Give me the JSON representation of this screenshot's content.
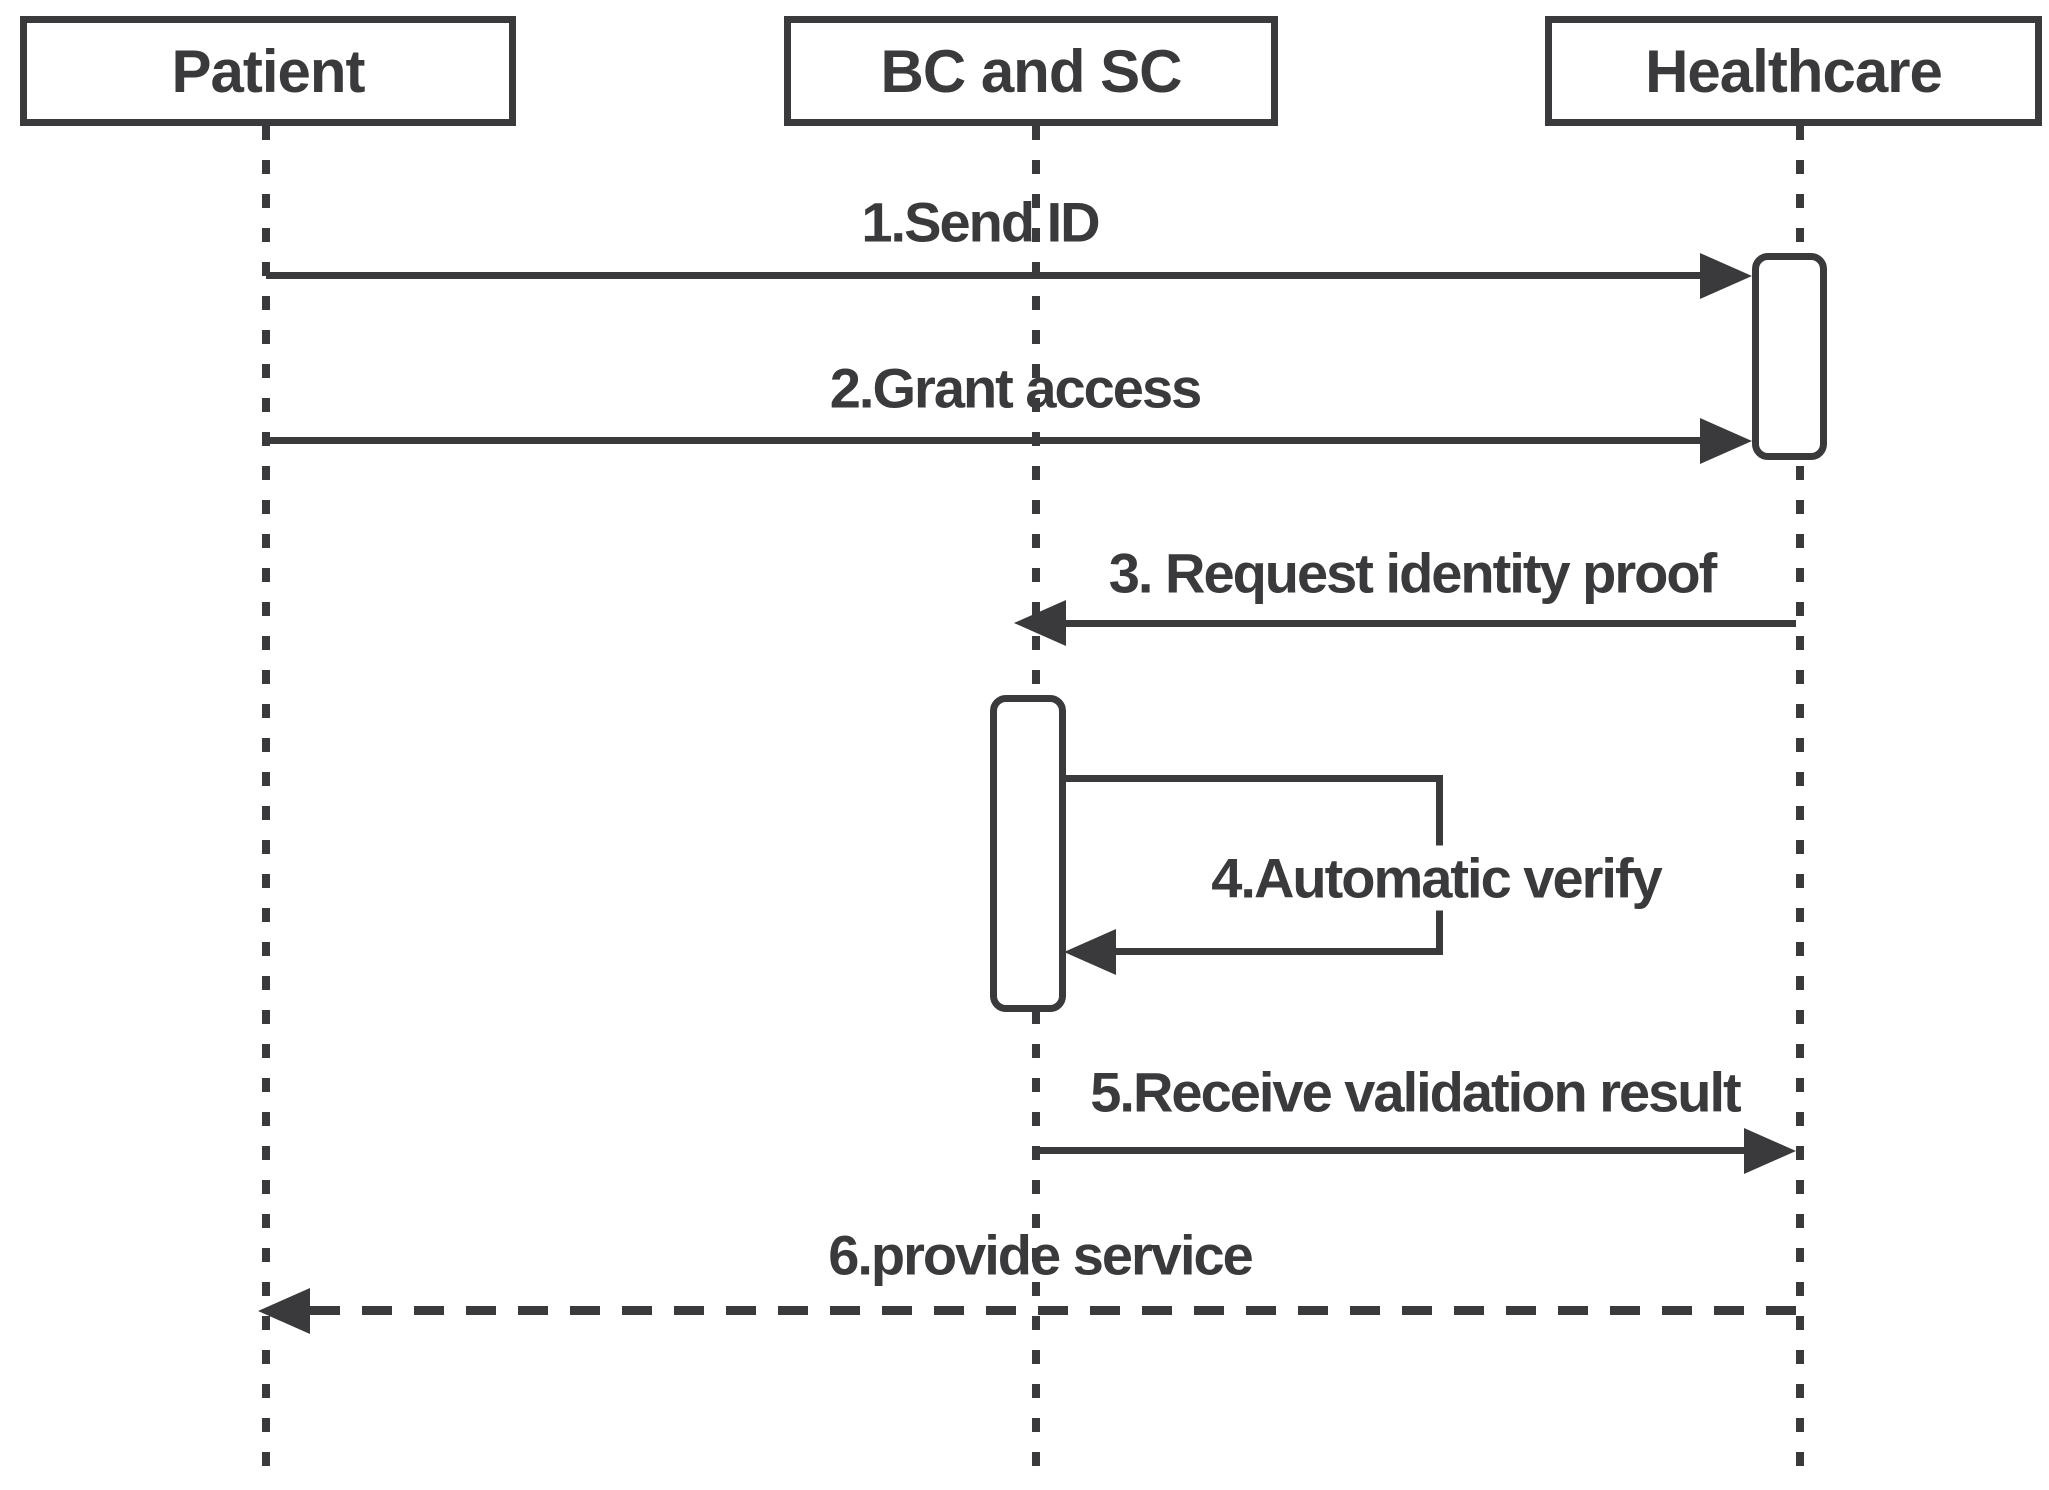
{
  "diagram": {
    "title": "Patient identity verification sequence diagram",
    "type": "uml-sequence",
    "colors": {
      "line": "#3a3a3c",
      "background": "#ffffff"
    },
    "actors": [
      {
        "id": "patient",
        "label": "Patient"
      },
      {
        "id": "bc-sc",
        "label": "BC and SC"
      },
      {
        "id": "healthcare",
        "label": "Healthcare"
      }
    ],
    "messages": [
      {
        "num": 1,
        "label": "1.Send ID",
        "from": "Patient",
        "to": "Healthcare",
        "line": "solid"
      },
      {
        "num": 2,
        "label": "2.Grant access",
        "from": "Patient",
        "to": "Healthcare",
        "line": "solid"
      },
      {
        "num": 3,
        "label": "3. Request identity proof",
        "from": "Healthcare",
        "to": "BC and SC",
        "line": "solid"
      },
      {
        "num": 4,
        "label": "4.Automatic verify",
        "from": "BC and SC",
        "to": "BC and SC",
        "line": "self"
      },
      {
        "num": 5,
        "label": "5.Receive validation result",
        "from": "BC and SC",
        "to": "Healthcare",
        "line": "solid"
      },
      {
        "num": 6,
        "label": "6.provide service",
        "from": "Healthcare",
        "to": "Patient",
        "line": "dashed"
      }
    ]
  }
}
